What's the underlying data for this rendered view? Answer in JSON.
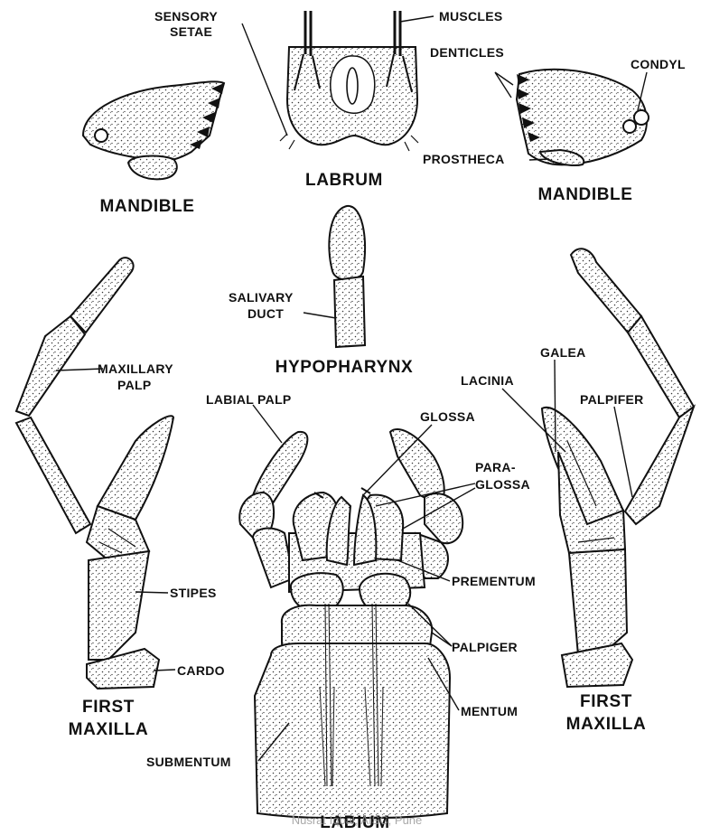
{
  "labels": {
    "sensory_setae_1": "SENSORY",
    "sensory_setae_2": "SETAE",
    "muscles": "MUSCLES",
    "denticles": "DENTICLES",
    "condyl": "CONDYL",
    "prostheca": "PROSTHECA",
    "salivary_duct_1": "SALIVARY",
    "salivary_duct_2": "DUCT",
    "maxillary_palp_1": "MAXILLARY",
    "maxillary_palp_2": "PALP",
    "labial_palp": "LABIAL PALP",
    "glossa": "GLOSSA",
    "galea": "GALEA",
    "lacinia": "LACINIA",
    "palpifer": "PALPIFER",
    "paraglossa_1": "PARA-",
    "paraglossa_2": "GLOSSA",
    "prementum": "PREMENTUM",
    "stipes": "STIPES",
    "palpiger": "PALPIGER",
    "cardo": "CARDO",
    "mentum": "MENTUM",
    "submentum": "SUBMENTUM"
  },
  "titles": {
    "mandible_left": "MANDIBLE",
    "labrum": "LABRUM",
    "mandible_right": "MANDIBLE",
    "hypopharynx": "HYPOPHARYNX",
    "first_maxilla_left_1": "FIRST",
    "first_maxilla_left_2": "MAXILLA",
    "first_maxilla_right_1": "FIRST",
    "first_maxilla_right_2": "MAXILLA",
    "labium": "LABIUM"
  },
  "watermark": "Nusrat Iqbal, AISC, Pune"
}
